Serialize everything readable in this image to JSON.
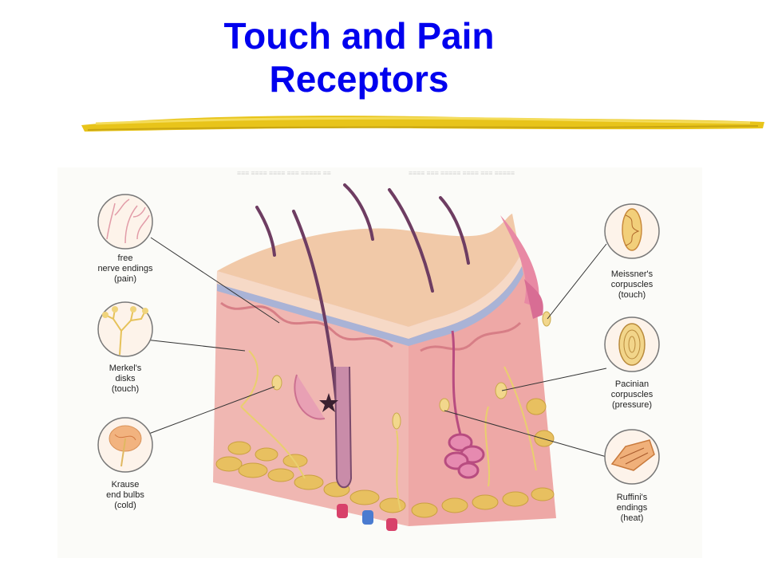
{
  "title": {
    "line1": "Touch and Pain",
    "line2": "Receptors"
  },
  "colors": {
    "title": "#0000ee",
    "brush": "#e8c41a",
    "skin": "#f2b4b0",
    "fat": "#e8c060",
    "nerve": "#e9cf6e"
  },
  "receptors_left": [
    {
      "icon": "free-nerve-endings-icon",
      "lines": [
        "free",
        "nerve endings",
        "(pain)"
      ]
    },
    {
      "icon": "merkels-disks-icon",
      "lines": [
        "Merkel's",
        "disks",
        "(touch)"
      ]
    },
    {
      "icon": "krause-end-bulbs-icon",
      "lines": [
        "Krause",
        "end bulbs",
        "(cold)"
      ]
    }
  ],
  "receptors_right": [
    {
      "icon": "meissners-corpuscles-icon",
      "lines": [
        "Meissner's",
        "corpuscles",
        "(touch)"
      ]
    },
    {
      "icon": "pacinian-corpuscles-icon",
      "lines": [
        "Pacinian",
        "corpuscles",
        "(pressure)"
      ]
    },
    {
      "icon": "ruffinis-endings-icon",
      "lines": [
        "Ruffini's",
        "endings",
        "(heat)"
      ]
    }
  ]
}
